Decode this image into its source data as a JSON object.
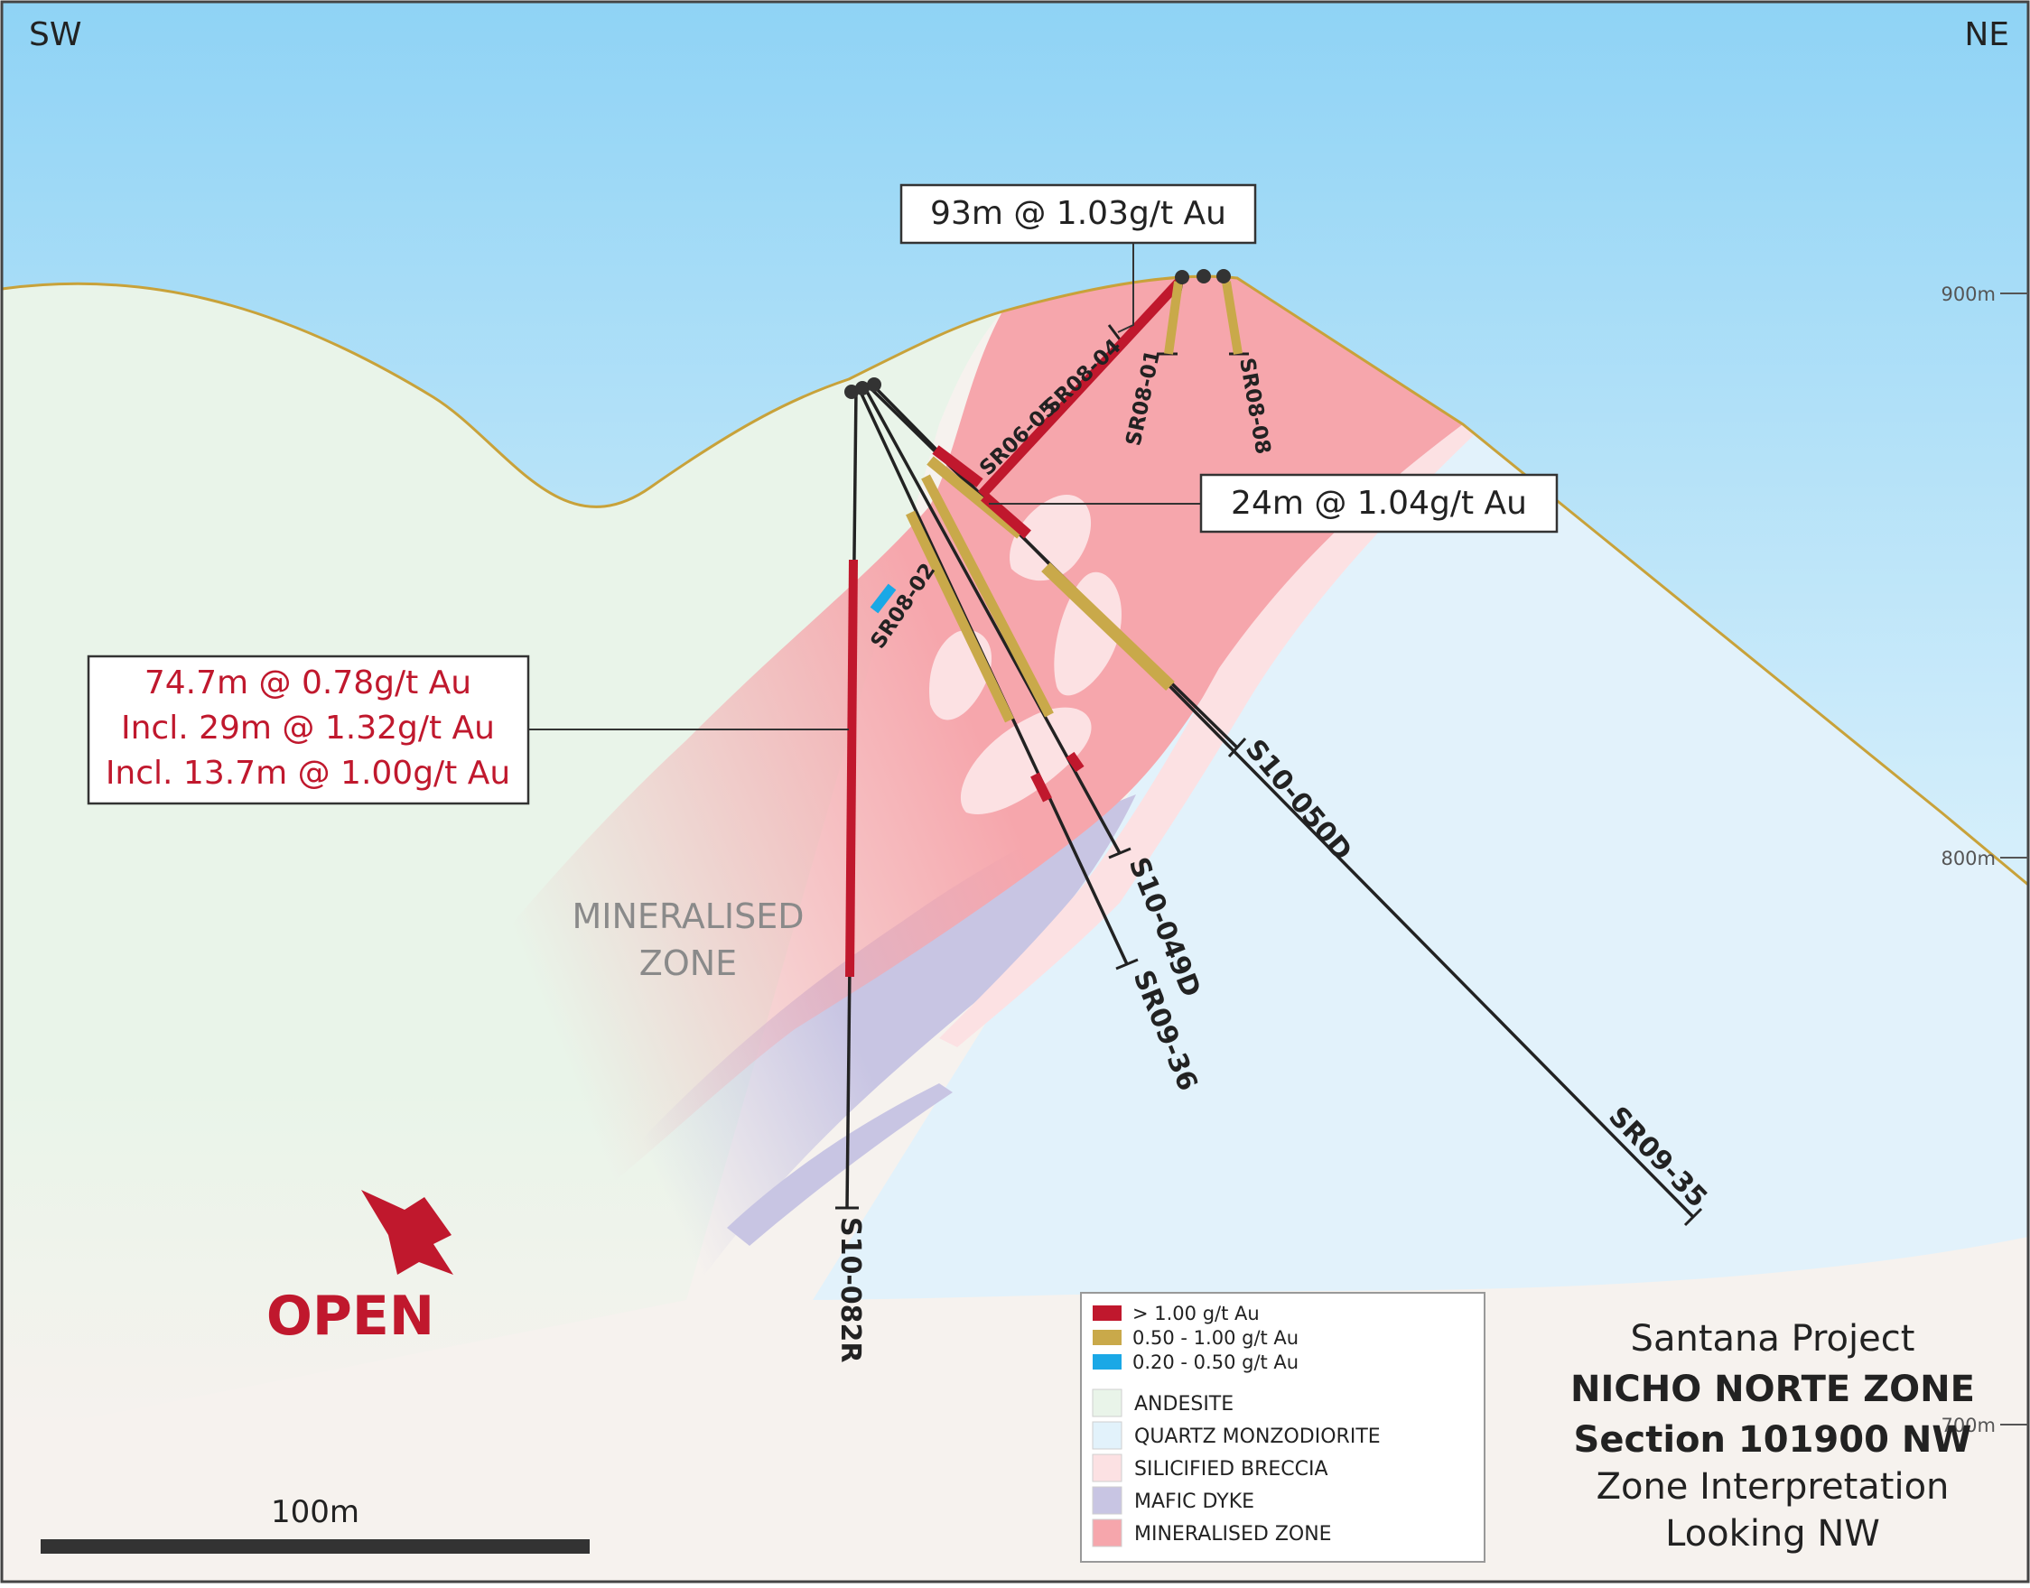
{
  "compass": {
    "left": "SW",
    "right": "NE"
  },
  "elevations": [
    {
      "label": "900m"
    },
    {
      "label": "800m"
    },
    {
      "label": "700m"
    }
  ],
  "intercepts": {
    "top": "93m @ 1.03g/t Au",
    "mid": "24m @ 1.04g/t Au",
    "left": [
      "74.7m @ 0.78g/t Au",
      "Incl. 29m @ 1.32g/t Au",
      "Incl. 13.7m @ 1.00g/t Au"
    ]
  },
  "drillholes": {
    "sr06_05": "SR06-05",
    "sr08_04": "SR08-04",
    "sr08_01": "SR08-01",
    "sr08_08": "SR08-08",
    "sr08_02": "SR08-02",
    "s10_050d": "S10-050D",
    "s10_049d": "S10-049D",
    "sr09_36": "SR09-36",
    "sr09_35": "SR09-35",
    "s10_082r": "S10-082R"
  },
  "zone_label": [
    "MINERALISED",
    "ZONE"
  ],
  "open_label": "OPEN",
  "scale_bar": "100m",
  "legend": {
    "grades": [
      {
        "label": "> 1.00 g/t Au",
        "color": "#c0182d"
      },
      {
        "label": "0.50 - 1.00 g/t Au",
        "color": "#c9a94a"
      },
      {
        "label": "0.20 - 0.50 g/t Au",
        "color": "#1aa8e6"
      }
    ],
    "units": [
      {
        "label": "ANDESITE",
        "color": "#e9f4e9"
      },
      {
        "label": "QUARTZ MONZODIORITE",
        "color": "#e2f2fb"
      },
      {
        "label": "SILICIFIED BRECCIA",
        "color": "#fce1e3"
      },
      {
        "label": "MAFIC DYKE",
        "color": "#c8c5e3"
      },
      {
        "label": "MINERALISED ZONE",
        "color": "#f6a6ac"
      }
    ]
  },
  "title_block": [
    "Santana Project",
    "NICHO NORTE ZONE",
    "Section 101900 NW",
    "Zone Interpretation",
    "Looking NW"
  ],
  "colors": {
    "high_grade": "#c0182d",
    "mid_grade": "#c9a94a",
    "low_grade": "#1aa8e6",
    "topo_line": "#c8a23a",
    "ground": "#f6f2ee"
  }
}
